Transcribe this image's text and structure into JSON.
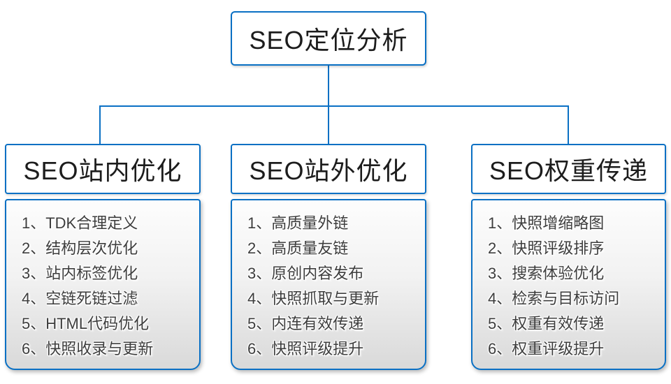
{
  "colors": {
    "accent": "#0a70c4",
    "list_gradient_top": "#fdfdfd",
    "list_gradient_bottom": "#d9d9d9",
    "heading_text": "#1c1c1c",
    "item_text": "#3d3d3d"
  },
  "root": {
    "label": "SEO定位分析"
  },
  "columns": [
    {
      "header": "SEO站内优化",
      "items": [
        "1、TDK合理定义",
        "2、结构层次优化",
        "3、站内标签优化",
        "4、空链死链过滤",
        "5、HTML代码优化",
        "6、快照收录与更新"
      ]
    },
    {
      "header": "SEO站外优化",
      "items": [
        "1、高质量外链",
        "2、高质量友链",
        "3、原创内容发布",
        "4、快照抓取与更新",
        "5、内连有效传递",
        "6、快照评级提升"
      ]
    },
    {
      "header": "SEO权重传递",
      "items": [
        "1、快照增缩略图",
        "2、快照评级排序",
        "3、搜索体验优化",
        "4、检索与目标访问",
        "5、权重有效传递",
        "6、权重评级提升"
      ]
    }
  ]
}
